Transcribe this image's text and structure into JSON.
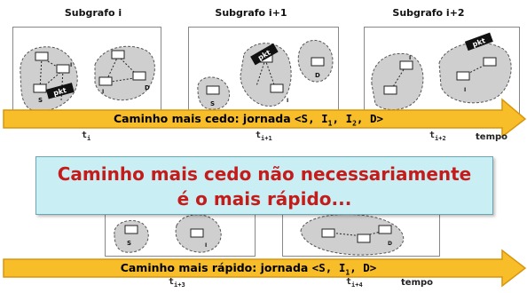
{
  "subgraphs": [
    {
      "label": "Subgrafo i"
    },
    {
      "label": "Subgrafo i+1"
    },
    {
      "label": "Subgrafo i+2"
    }
  ],
  "node_labels": {
    "s": "S",
    "d": "D",
    "i1": "I",
    "i2": "I",
    "i1_sub": "1",
    "i2_sub": "2"
  },
  "packet_label": "pkt",
  "arrow_top": {
    "prefix": "Caminho mais cedo: jornada ",
    "open": "<S, ",
    "i1": "I",
    "i1_sub": "1",
    "sep": ", ",
    "i2": "I",
    "i2_sub": "2",
    "close": ", D>"
  },
  "ticks_top": [
    {
      "t": "t",
      "sub": "i"
    },
    {
      "t": "t",
      "sub": "i+1"
    },
    {
      "t": "t",
      "sub": "i+2"
    }
  ],
  "tempo": "tempo",
  "callout": {
    "line1": "Caminho mais cedo não necessariamente",
    "line2": "é o mais rápido..."
  },
  "arrow_bottom": {
    "prefix": "Caminho mais rápido: jornada ",
    "open": "<S, ",
    "i1": "I",
    "i1_sub": "1",
    "close": ", D>"
  },
  "ticks_bottom": [
    {
      "t": "t",
      "sub": "i+3"
    },
    {
      "t": "t",
      "sub": "i+4"
    }
  ],
  "colors": {
    "arrow_fill": "#f7be2a",
    "arrow_stroke": "#d9960e",
    "callout_bg": "#c9eff4",
    "callout_text": "#c41b1b",
    "blob": "#cfcfcf"
  }
}
